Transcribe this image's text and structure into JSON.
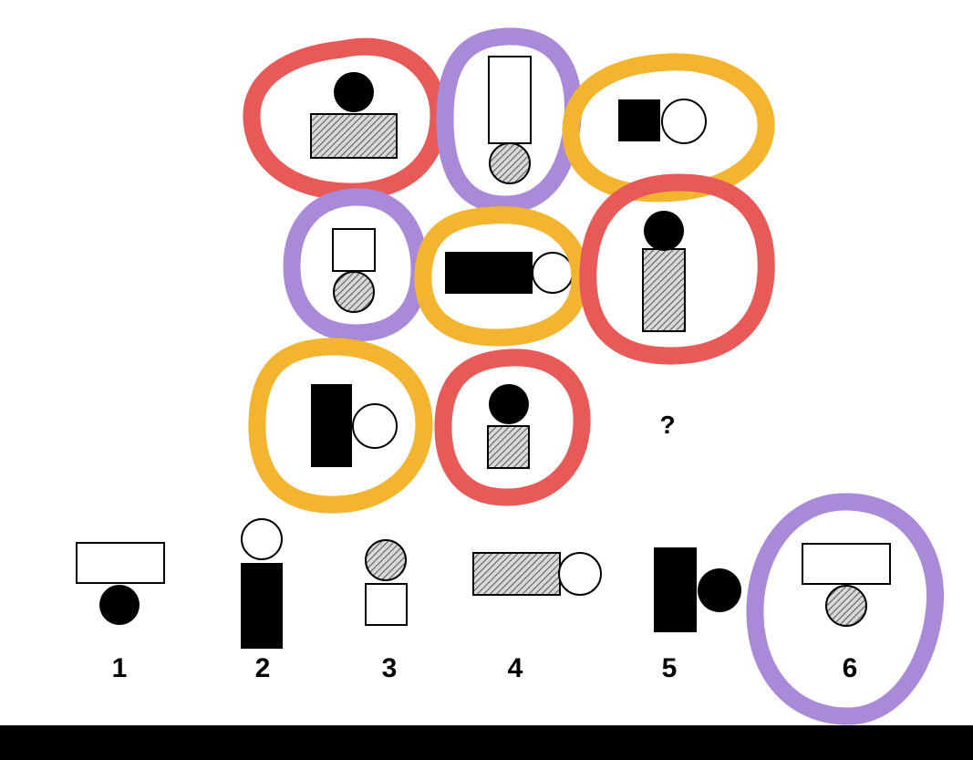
{
  "puzzle": {
    "question_mark": "?"
  },
  "answers": [
    {
      "label": "1"
    },
    {
      "label": "2"
    },
    {
      "label": "3"
    },
    {
      "label": "4"
    },
    {
      "label": "5"
    },
    {
      "label": "6"
    }
  ],
  "colors": {
    "red_marker": "#e85a58",
    "purple_marker": "#a98ad9",
    "yellow_marker": "#f3b42f",
    "hatch_gray": "#9c9c9c"
  },
  "markings": {
    "circled_answer": "6"
  }
}
